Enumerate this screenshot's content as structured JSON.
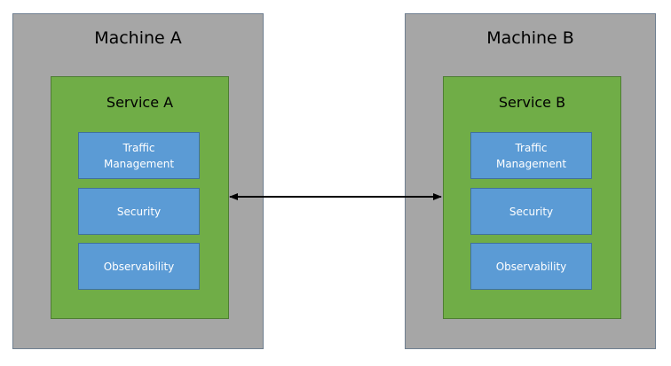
{
  "machines": [
    {
      "title": "Machine A",
      "service": {
        "title": "Service A",
        "components": [
          "Traffic\nManagement",
          "Security",
          "Observability"
        ]
      }
    },
    {
      "title": "Machine B",
      "service": {
        "title": "Service B",
        "components": [
          "Traffic\nManagement",
          "Security",
          "Observability"
        ]
      }
    }
  ],
  "colors": {
    "machine_fill": "#a6a6a6",
    "service_fill": "#70ad47",
    "component_fill": "#5b9bd5",
    "arrow": "#000000"
  },
  "connector": {
    "type": "bidirectional-arrow",
    "from": "Service A",
    "to": "Service B"
  }
}
